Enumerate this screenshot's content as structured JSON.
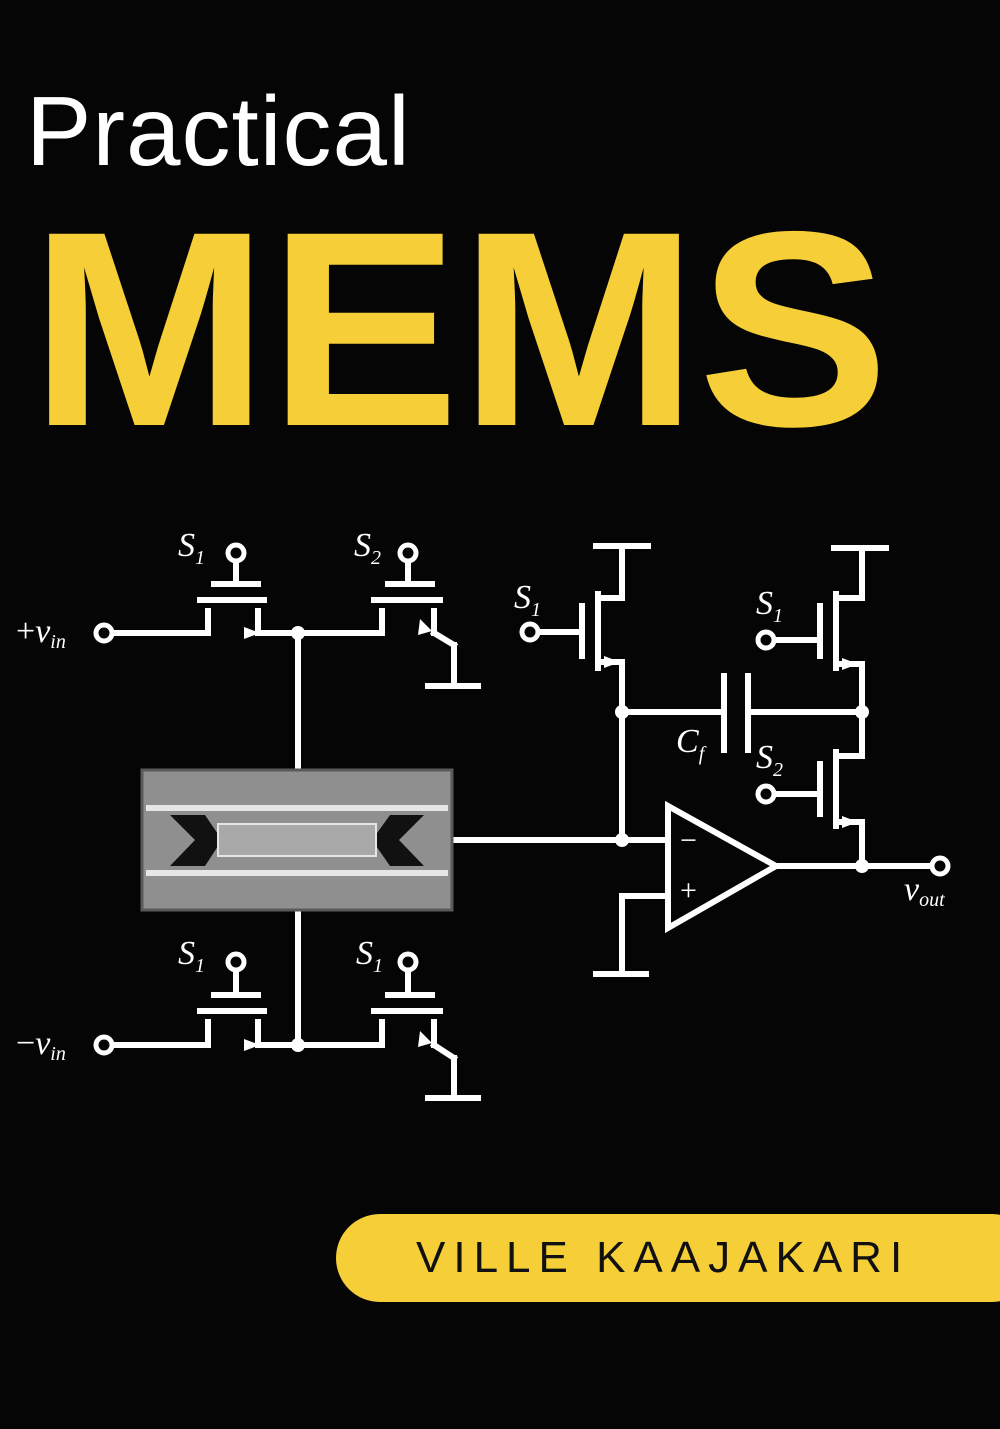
{
  "cover": {
    "title_line1": "Practical",
    "title_line2": "MEMS",
    "author": "VILLE KAAJAKARI"
  },
  "schematic": {
    "labels": {
      "s1": "S",
      "s2": "S",
      "sub1": "1",
      "sub2": "2",
      "vin_pos_sign": "+",
      "vin_neg_sign": "−",
      "v": "v",
      "in": "in",
      "out": "out",
      "cf": "C",
      "cf_sub": "f"
    }
  },
  "colors": {
    "background": "#050505",
    "accent": "#f6cf38",
    "line": "#ffffff",
    "device_body": "#8f8f8f"
  }
}
